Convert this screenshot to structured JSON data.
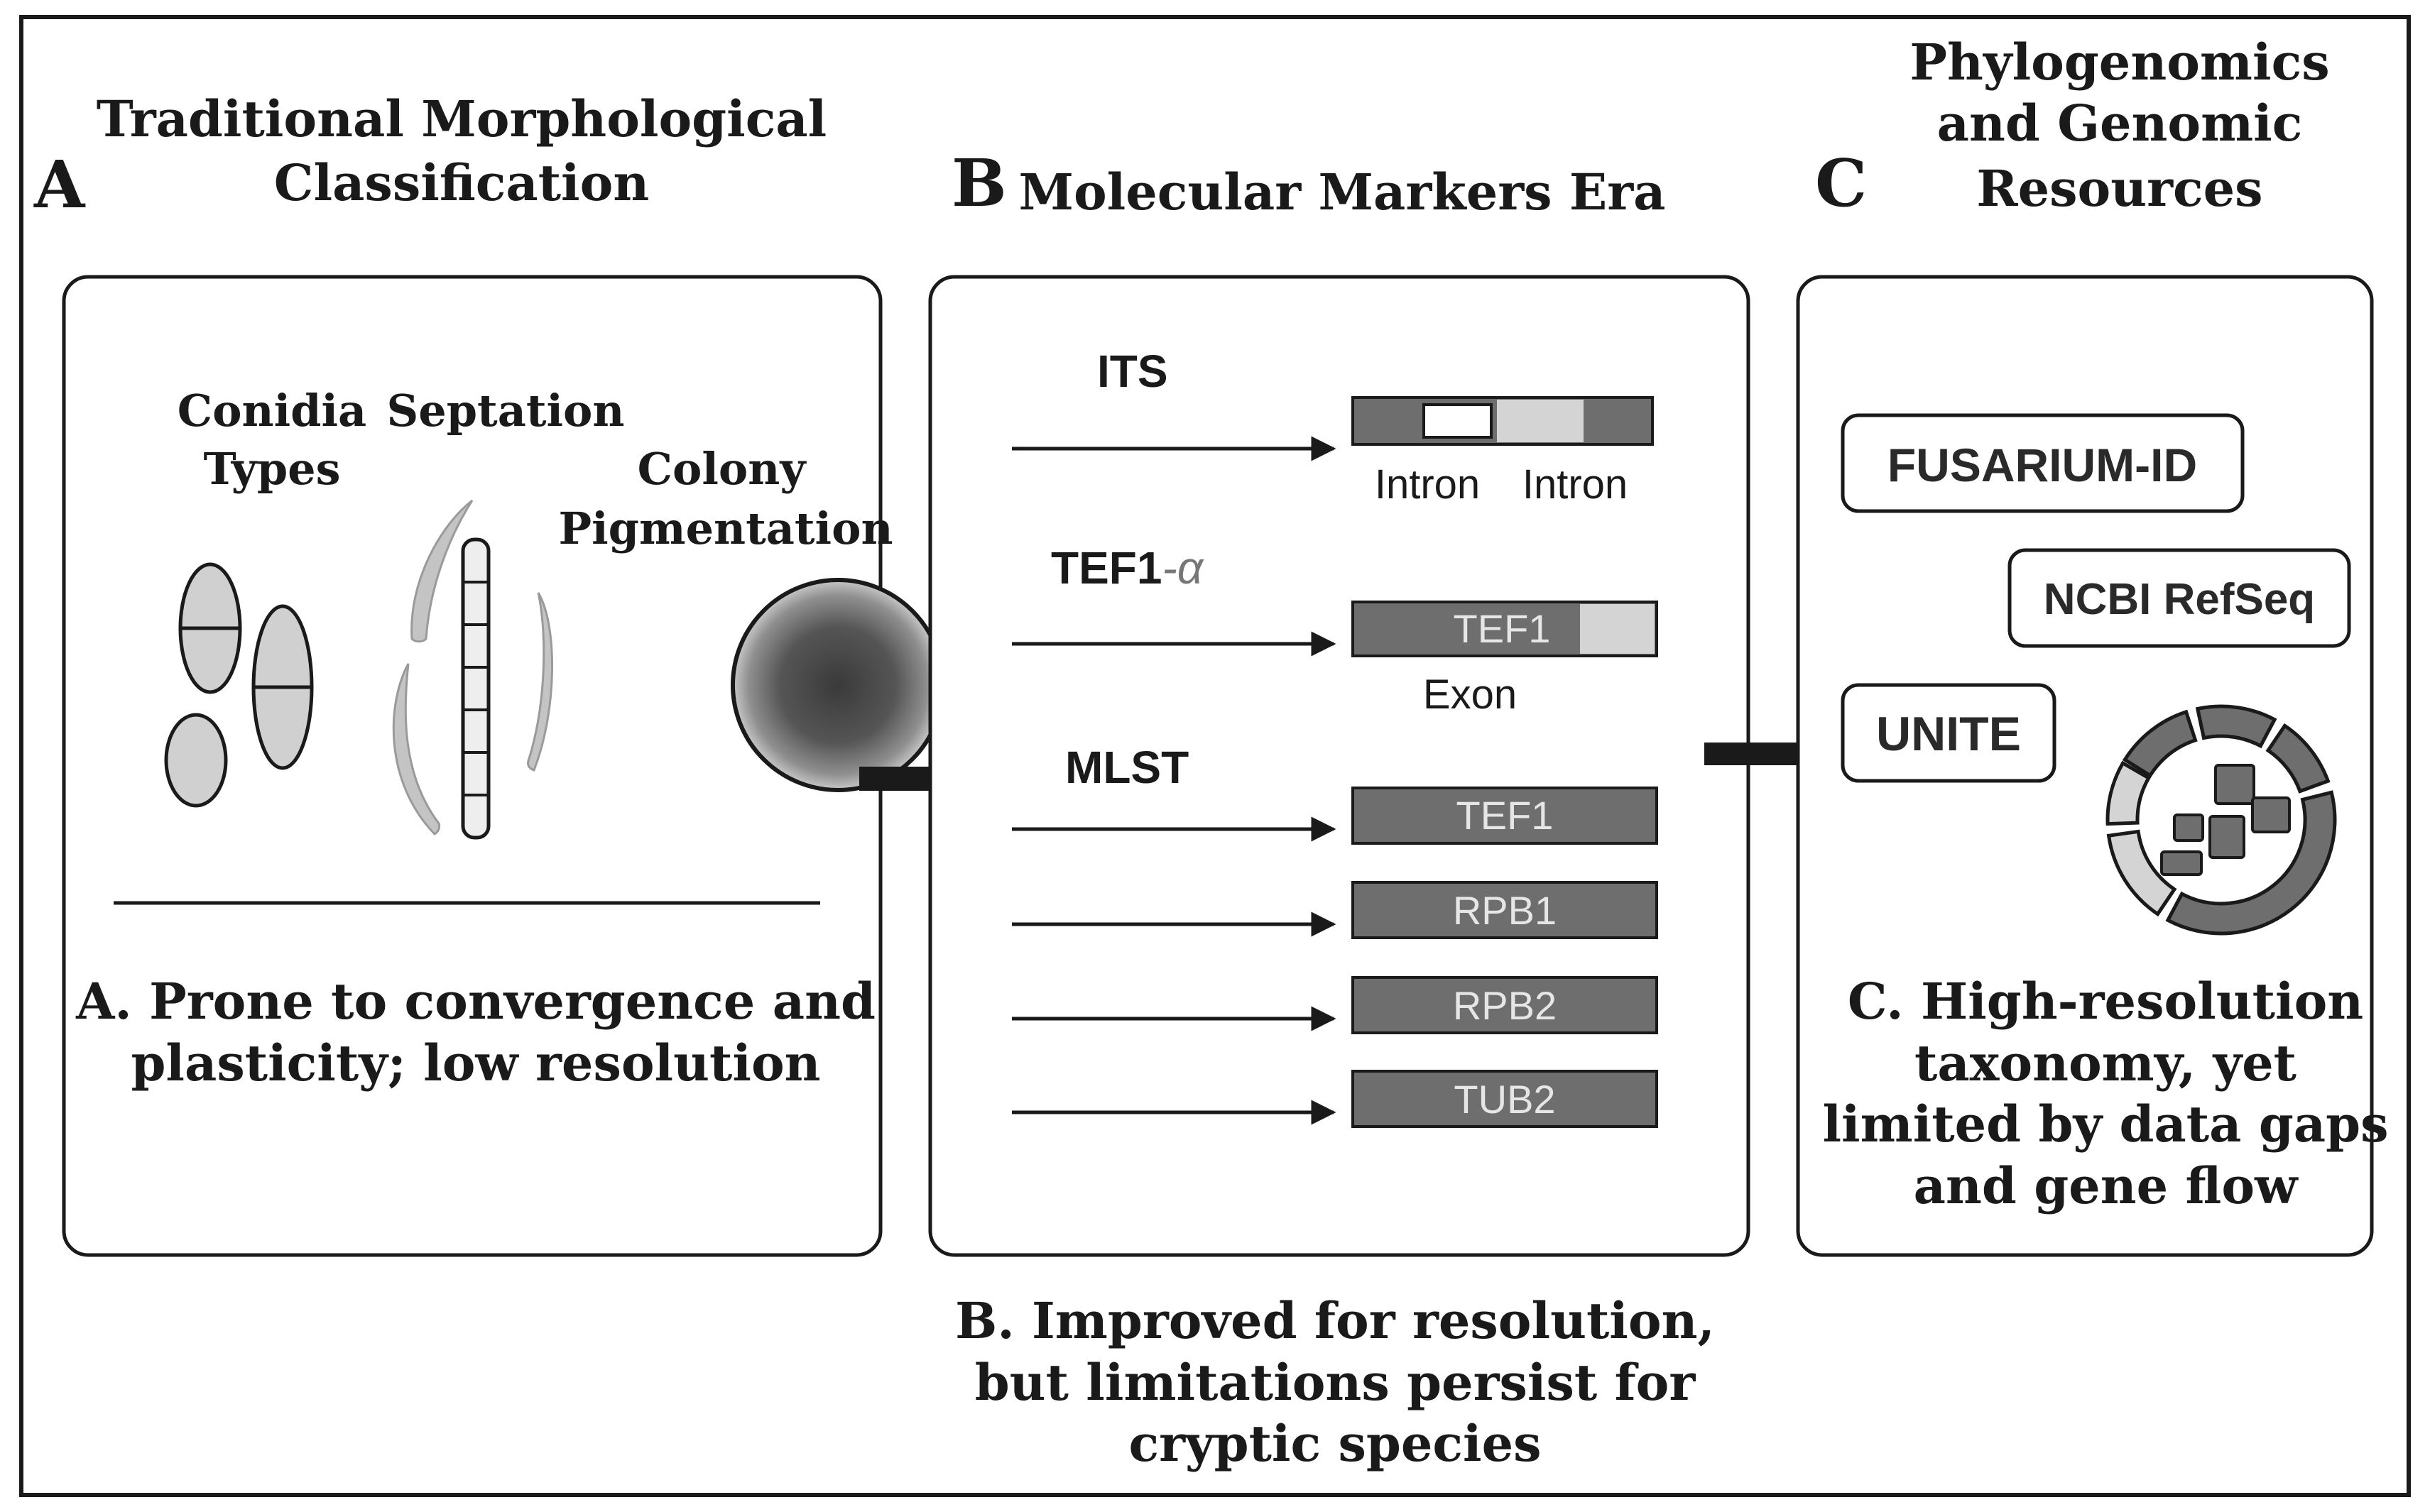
{
  "panel_a": {
    "letter": "A",
    "title_line1": "Traditional Morphological",
    "title_line2": "Classification",
    "conidia_line1": "Conidia",
    "conidia_line2": "Types",
    "septation": "Septation",
    "colony_line1": "Colony",
    "colony_line2": "Pigmentation",
    "caption_line1": "A. Prone to convergence and",
    "caption_line2": "plasticity; low resolution"
  },
  "panel_b": {
    "letter": "B",
    "title": "Molecular Markers Era",
    "its_label": "ITS",
    "intron1": "Intron",
    "intron2": "Intron",
    "tef_label_main": "TEF1",
    "tef_label_suffix": "-α",
    "tef_box": "TEF1",
    "exon": "Exon",
    "mlst_label": "MLST",
    "mlst_genes": [
      "TEF1",
      "RPB1",
      "RPB2",
      "TUB2"
    ],
    "caption_line1": "B. Improved for resolution,",
    "caption_line2": "but limitations persist for",
    "caption_line3": "cryptic species"
  },
  "panel_c": {
    "letter": "C",
    "title_line1": "Phylogenomics",
    "title_line2": "and Genomic",
    "title_line3": "Resources",
    "db1": "FUSARIUM-ID",
    "db2": "NCBI RefSeq",
    "db3": "UNITE",
    "caption_line1": "C. High-resolution",
    "caption_line2": "taxonomy, yet",
    "caption_line3": "limited by data gaps",
    "caption_line4": "and gene flow"
  },
  "colors": {
    "gene_box": "#6e6e6e",
    "light_segment": "#d4d4d4",
    "conidia_fill": "#d0d0d0",
    "outline": "#1a1a1a"
  }
}
